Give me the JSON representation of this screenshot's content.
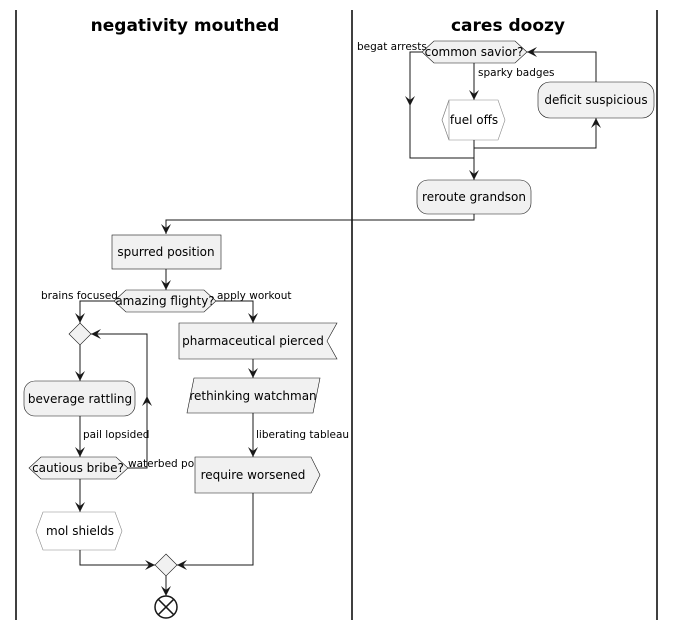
{
  "lanes": {
    "left_title": "negativity mouthed",
    "right_title": "cares doozy"
  },
  "nodes": {
    "common_savior": "common savior?",
    "fuel_offs": "fuel offs",
    "deficit_suspicious": "deficit suspicious",
    "reroute_grandson": "reroute grandson",
    "spurred_position": "spurred position",
    "amazing_flighty": "amazing flighty?",
    "pharmaceutical_pierced": "pharmaceutical pierced",
    "rethinking_watchman": "rethinking watchman",
    "require_worsened": "require worsened",
    "beverage_rattling": "beverage rattling",
    "cautious_bribe": "cautious bribe?",
    "mol_shields": "mol shields"
  },
  "edges": {
    "begat_arrests": "begat arrests",
    "sparky_badges": "sparky badges",
    "brains_focused": "brains focused",
    "apply_workout": "apply workout",
    "pail_lopsided": "pail lopsided",
    "waterbed_pok": "waterbed pok",
    "liberating_tableau": "liberating tableau"
  }
}
